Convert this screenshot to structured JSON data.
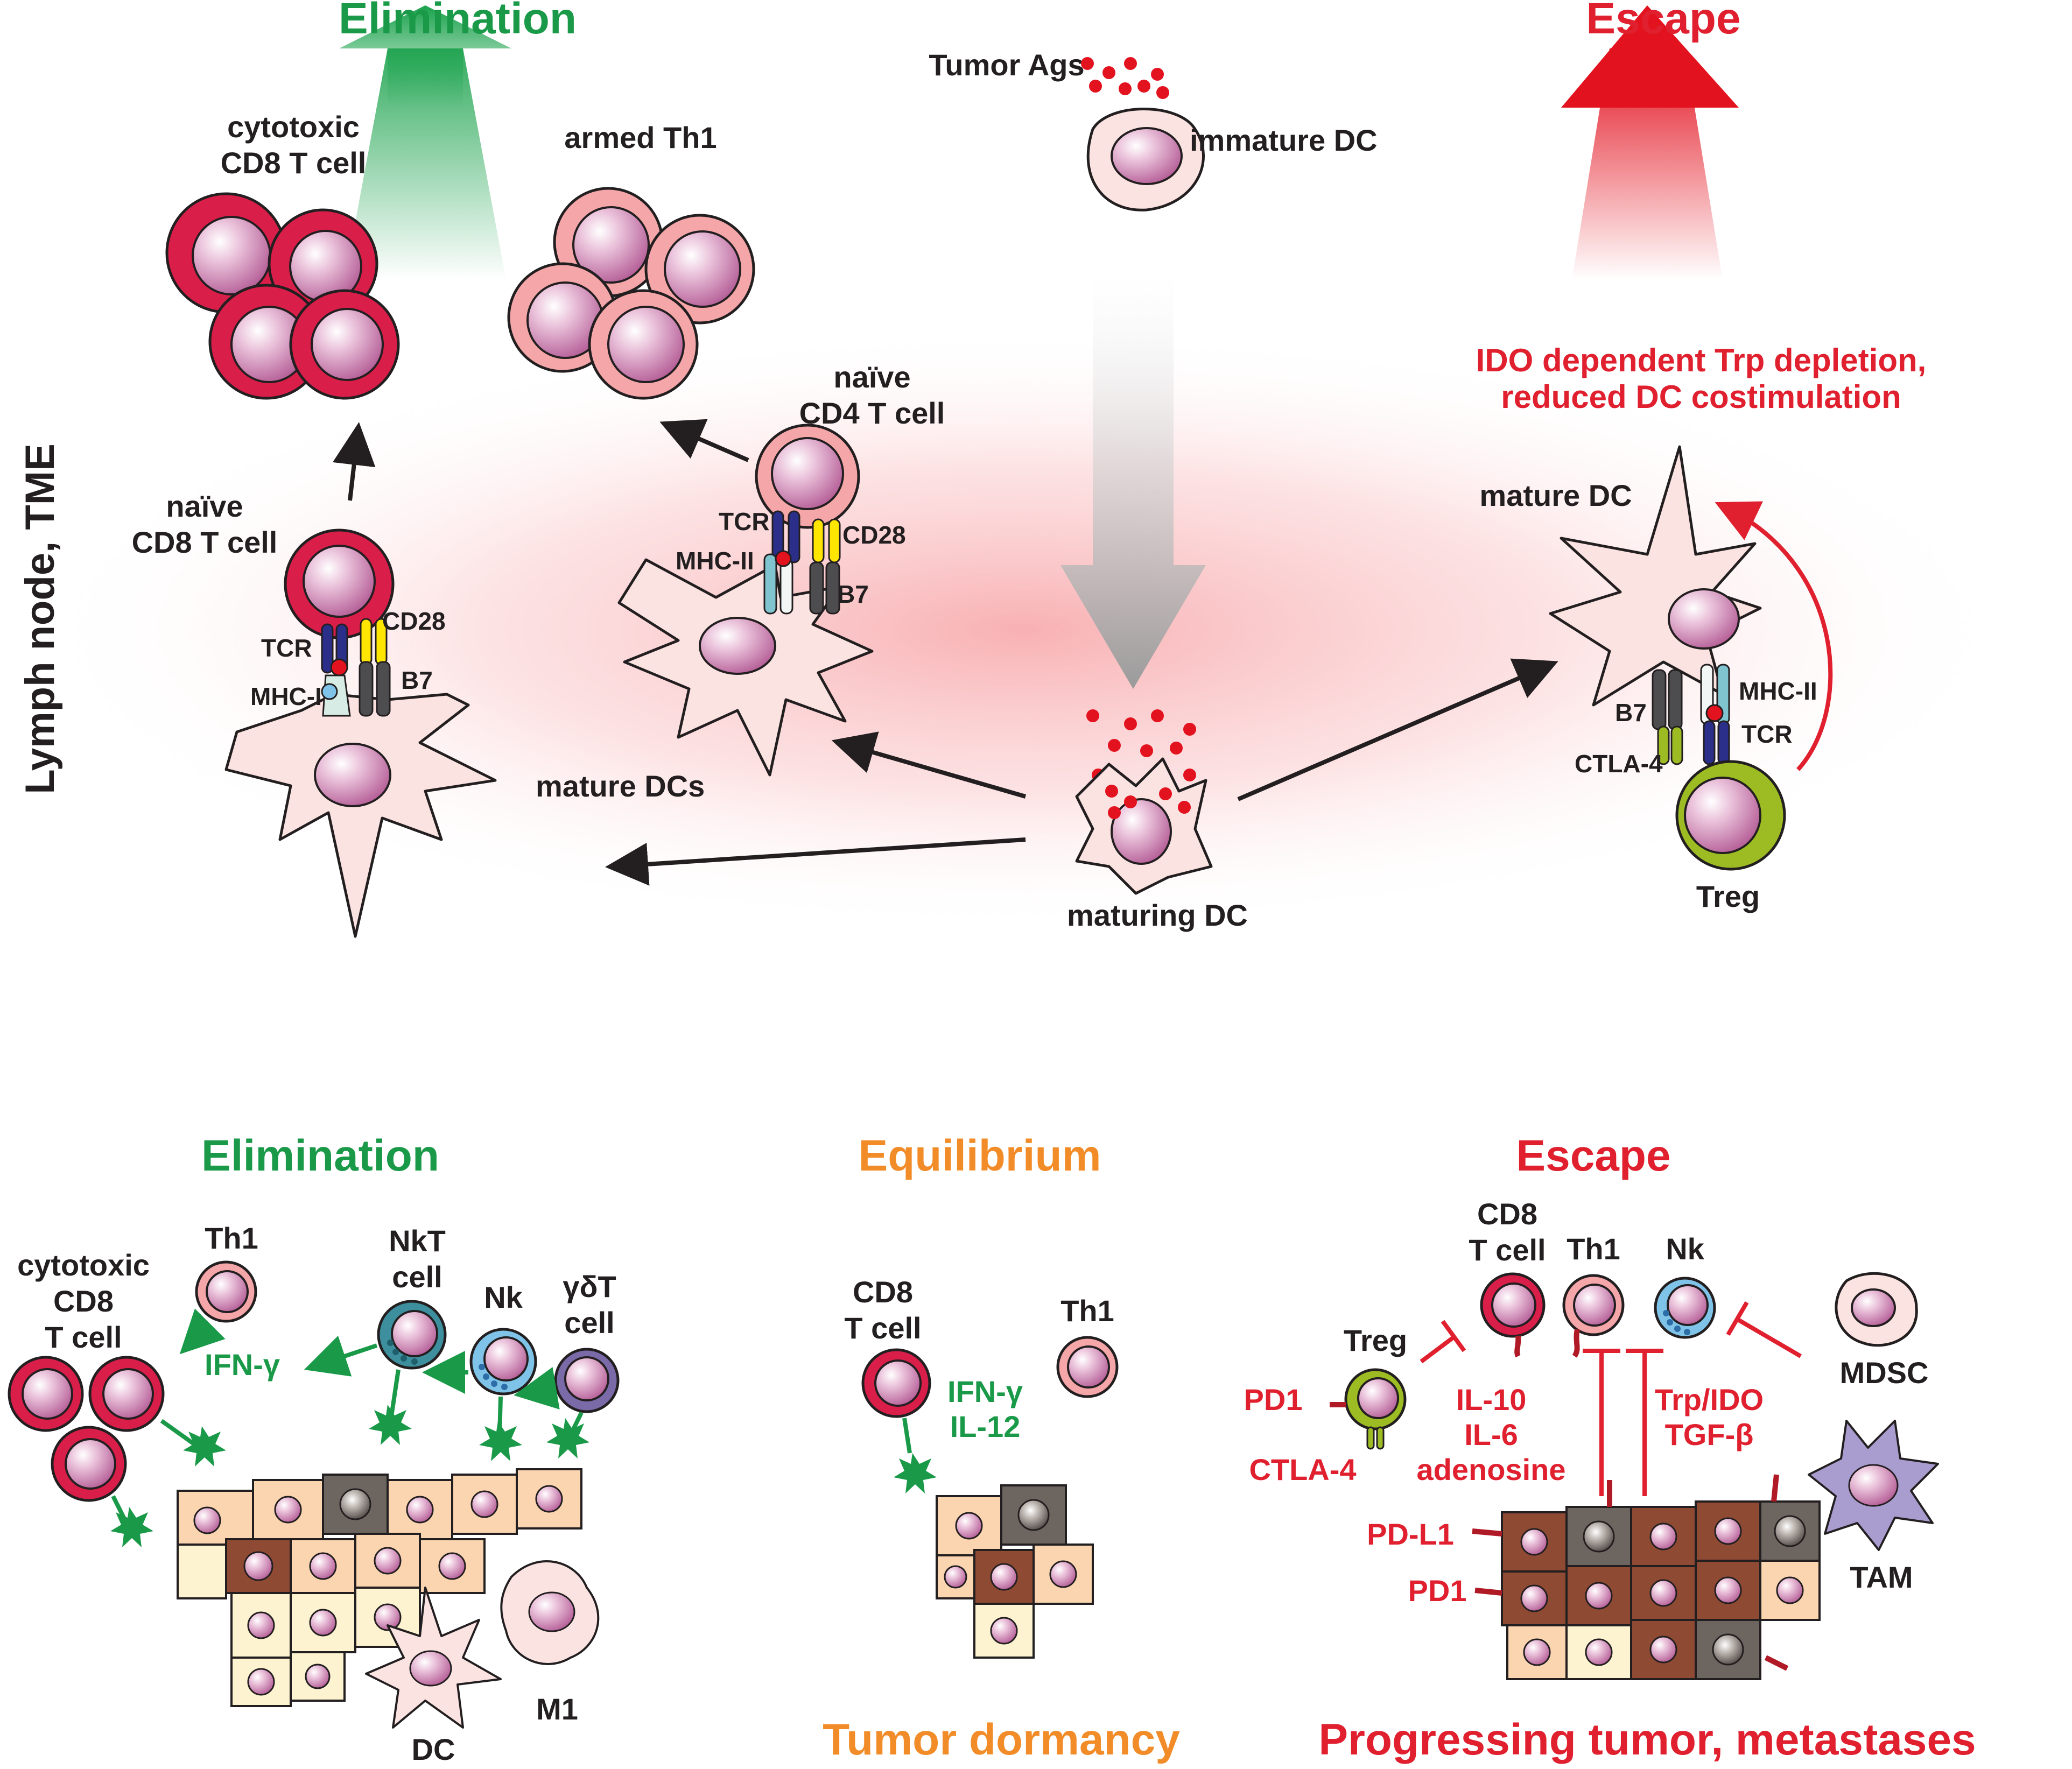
{
  "colors": {
    "elimination": "#1a9a49",
    "escape": "#e0202e",
    "equilibrium": "#f28c28",
    "text": "#231f20",
    "cd8_ring": "#d91e4a",
    "th1_ring": "#f4a6a8",
    "dc_body": "#fbe3e1",
    "treg_ring": "#9dbb22",
    "nk_ring": "#7fc4e8",
    "nkt_ring": "#3e8f9e",
    "gdt_ring": "#7a6aa8",
    "tam": "#a99ccf",
    "tumor_light": "#fbd5b0",
    "tumor_brown": "#8f4a33",
    "tumor_gray": "#6d6560",
    "tumor_pale": "#fdf3d0",
    "antigen": "#e3121f",
    "nucleus": "#c76fa8"
  },
  "top": {
    "elimination_title": "Elimination",
    "escape_title": "Escape",
    "side_label": "Lymph node, TME",
    "tumor_ags": "Tumor Ags",
    "immature_dc": "immature DC",
    "cytotoxic_line1": "cytotoxic",
    "cytotoxic_line2": "CD8 T cell",
    "armed_th1": "armed Th1",
    "naive_cd4_line1": "naïve",
    "naive_cd4_line2": "CD4 T cell",
    "naive_cd8_line1": "naïve",
    "naive_cd8_line2": "CD8 T cell",
    "tcr": "TCR",
    "cd28": "CD28",
    "mhc_i": "MHC-I",
    "mhc_ii": "MHC-II",
    "b7": "B7",
    "mature_dcs": "mature DCs",
    "maturing_dc": "maturing DC",
    "ido_line1": "IDO dependent Trp depletion,",
    "ido_line2": "reduced DC costimulation",
    "mature_dc": "mature DC",
    "ctla4": "CTLA-4",
    "treg": "Treg"
  },
  "bottom": {
    "elimination": {
      "title": "Elimination",
      "cytotoxic_line1": "cytotoxic",
      "cytotoxic_line2": "CD8",
      "cytotoxic_line3": "T cell",
      "th1": "Th1",
      "ifng": "IFN-γ",
      "nkt_line1": "NkT",
      "nkt_line2": "cell",
      "nk": "Nk",
      "gdt_line1": "γδT",
      "gdt_line2": "cell",
      "dc": "DC",
      "m1": "M1"
    },
    "equilibrium": {
      "title": "Equilibrium",
      "cd8_line1": "CD8",
      "cd8_line2": "T cell",
      "th1": "Th1",
      "ifng": "IFN-γ",
      "il12": "IL-12",
      "footer": "Tumor dormancy"
    },
    "escape": {
      "title": "Escape",
      "cd8_line1": "CD8",
      "cd8_line2": "T cell",
      "th1": "Th1",
      "nk": "Nk",
      "treg": "Treg",
      "pd1": "PD1",
      "ctla4": "CTLA-4",
      "il10": "IL-10",
      "il6": "IL-6",
      "adenosine": "adenosine",
      "trp_ido": "Trp/IDO",
      "tgfb": "TGF-β",
      "mdsc": "MDSC",
      "tam": "TAM",
      "pdl1": "PD-L1",
      "pd1_tumor": "PD1",
      "footer": "Progressing tumor, metastases"
    }
  }
}
